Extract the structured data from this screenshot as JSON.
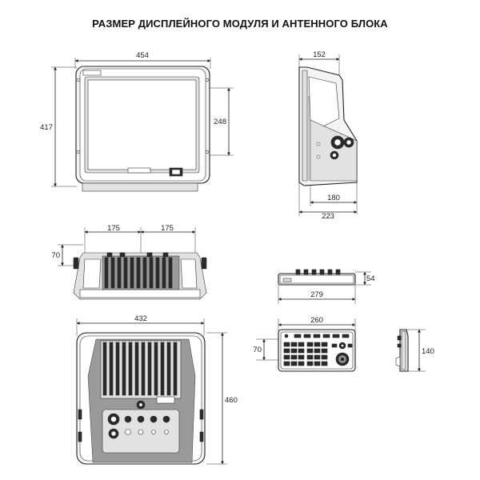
{
  "title": "РАЗМЕР ДИСПЛЕЙНОГО МОДУЛЯ И АНТЕННОГО БЛОКА",
  "dimensions": {
    "front_width": "454",
    "front_height": "417",
    "front_screen_height": "248",
    "side_depth_top": "152",
    "side_depth_mid": "180",
    "side_depth_total": "223",
    "top_left_span": "175",
    "top_right_span": "175",
    "top_height": "70",
    "rear_width": "432",
    "rear_height": "460",
    "keypad_top_width": "279",
    "keypad_top_height": "54",
    "keypad_front_width": "260",
    "keypad_front_height": "70",
    "keypad_side_height": "140"
  }
}
